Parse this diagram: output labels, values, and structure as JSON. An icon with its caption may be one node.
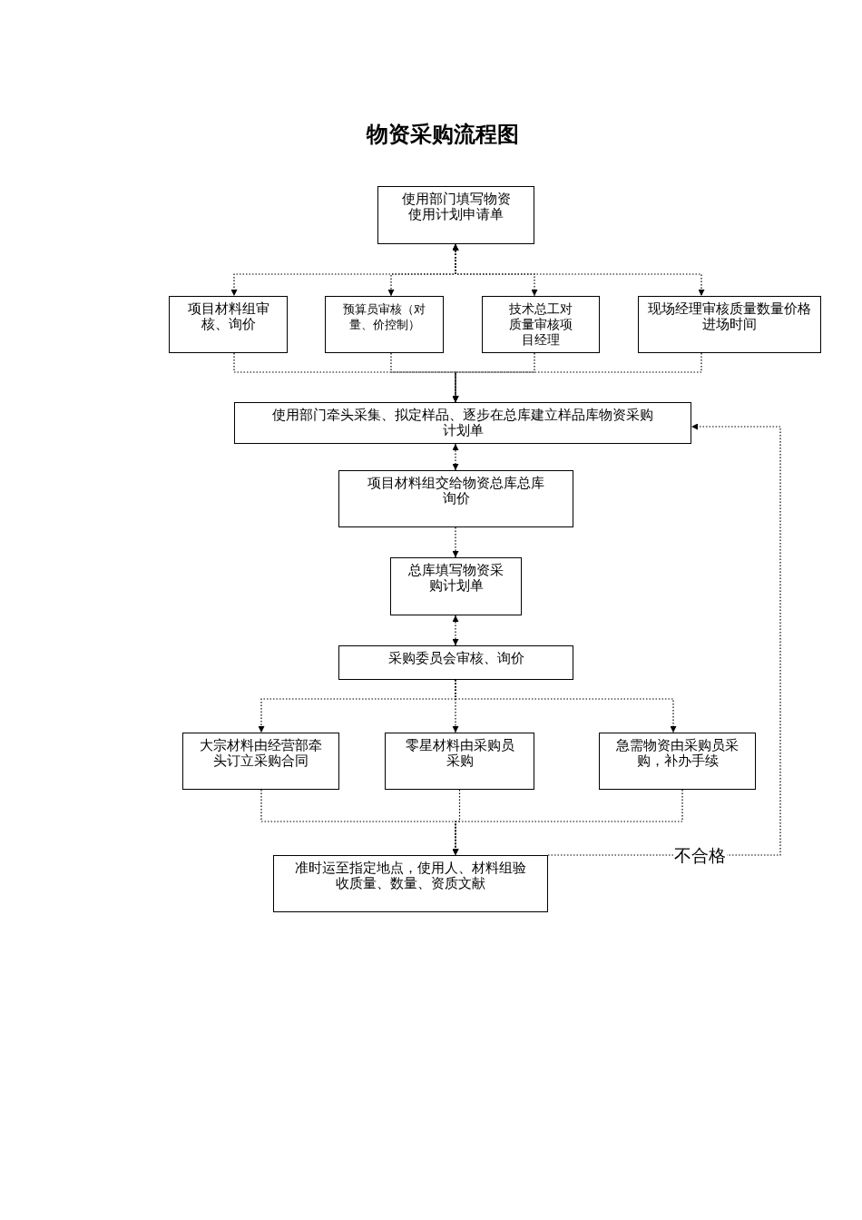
{
  "diagram": {
    "title": "物资采购流程图",
    "nodes": [
      {
        "text": [
          "使用部门填写物资使用计划申请单"
        ]
      },
      {
        "text": [
          "项目材料组审核、询价"
        ]
      },
      {
        "text": [
          "预算员审核（对量、价控制）"
        ]
      },
      {
        "text": [
          "技术总工对质量审核项目经理"
        ]
      },
      {
        "text": [
          "现场经理审核质量数量价格进场时间"
        ]
      },
      {
        "text": [
          "使用部门牵头采集、拟定样品、逐步在总库建立样品库物资采购计划单"
        ]
      },
      {
        "text": [
          "项目材料组交给物资总库总库询价"
        ]
      },
      {
        "text": [
          "总库填写物资采购计划单"
        ]
      },
      {
        "text": [
          "采购委员会审核、询价"
        ]
      },
      {
        "text": [
          "大宗材料由经营部牵头订立采购合同"
        ]
      },
      {
        "text": [
          "零星材料由采购员采购"
        ]
      },
      {
        "text": [
          "急需物资由采购员采购，补办手续"
        ]
      },
      {
        "text": [
          "准时运至指定地点，使用人、材料组验收质量、数量、资质文献"
        ]
      }
    ],
    "edges": [
      {
        "from": 0,
        "to": 1,
        "arrow": "both"
      },
      {
        "from": 0,
        "to": 2,
        "arrow": "both"
      },
      {
        "from": 0,
        "to": 3,
        "arrow": "both"
      },
      {
        "from": 0,
        "to": 4,
        "arrow": "both"
      },
      {
        "from": 1,
        "to": 5,
        "arrow": "to"
      },
      {
        "from": 2,
        "to": 5,
        "arrow": "to"
      },
      {
        "from": 3,
        "to": 5,
        "arrow": "to"
      },
      {
        "from": 4,
        "to": 5,
        "arrow": "to"
      },
      {
        "from": 5,
        "to": 6,
        "arrow": "both"
      },
      {
        "from": 6,
        "to": 7,
        "arrow": "to"
      },
      {
        "from": 7,
        "to": 8,
        "arrow": "both"
      },
      {
        "from": 8,
        "to": 9,
        "arrow": "to"
      },
      {
        "from": 8,
        "to": 10,
        "arrow": "to"
      },
      {
        "from": 8,
        "to": 11,
        "arrow": "to"
      },
      {
        "from": 9,
        "to": 12,
        "arrow": "to"
      },
      {
        "from": 10,
        "to": 12,
        "arrow": "to"
      },
      {
        "from": 11,
        "to": 12,
        "arrow": "to"
      },
      {
        "from": 12,
        "to": 5,
        "arrow": "to",
        "label": "不合格"
      }
    ]
  }
}
